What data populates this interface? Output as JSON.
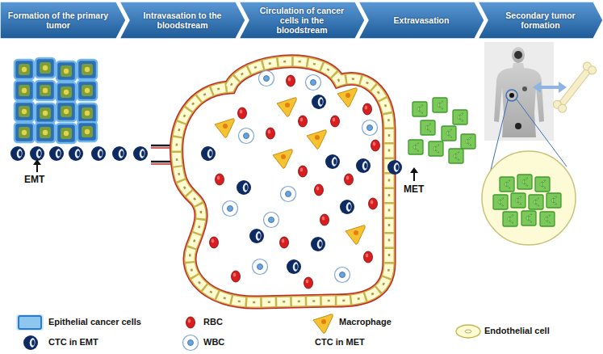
{
  "diagram": {
    "nodes": [
      {
        "text": [
          "Formation of the primary tumor"
        ]
      },
      {
        "text": [
          "Intravasation to the bloodstream"
        ]
      },
      {
        "text": [
          "Circulation of cancer cells in the bloodstream"
        ]
      },
      {
        "text": [
          "Extravasation"
        ]
      },
      {
        "text": [
          "Secondary tumor formation"
        ]
      }
    ],
    "labels": [
      "EMT",
      "MET"
    ],
    "legend": [
      {
        "text": "Epithelial cancer cells"
      },
      {
        "text": "RBC"
      },
      {
        "text": "Macrophage"
      },
      {
        "text": "Endothelial cell"
      },
      {
        "text": "CTC in EMT"
      },
      {
        "text": "WBC"
      },
      {
        "text": "CTC in MET"
      }
    ]
  }
}
